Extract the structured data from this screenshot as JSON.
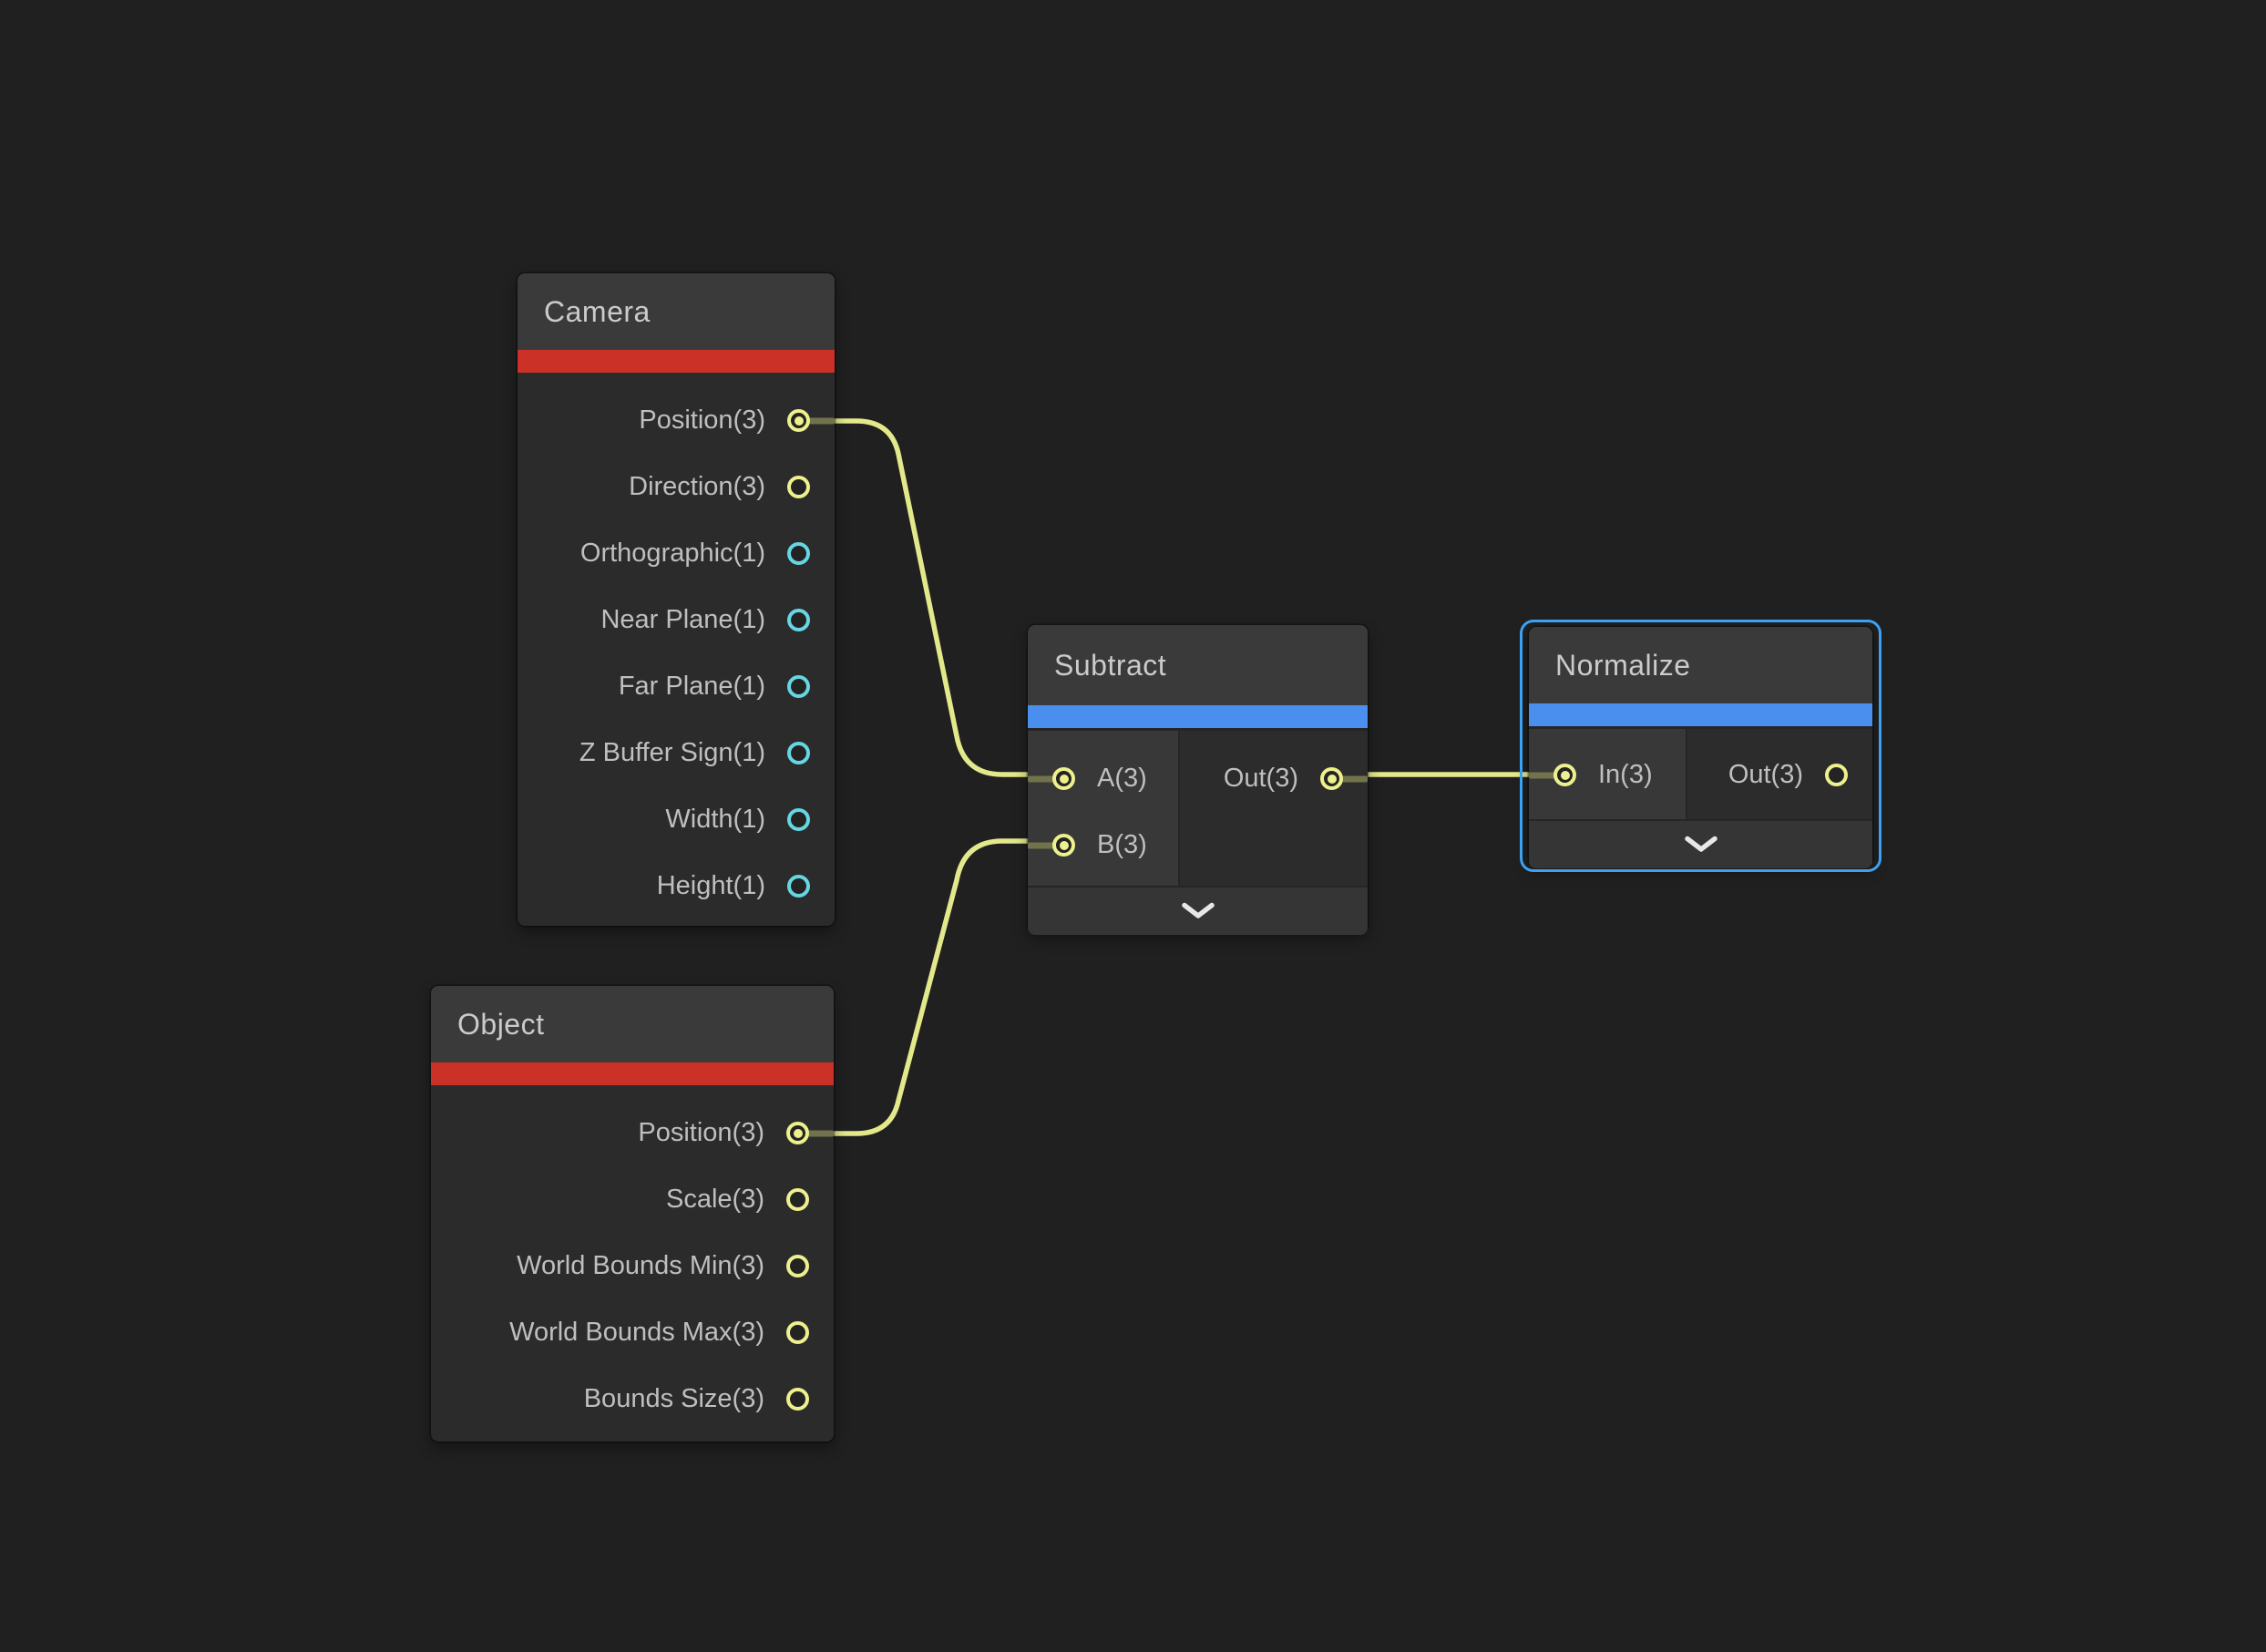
{
  "canvas": {
    "background": "#202020"
  },
  "nodes": {
    "camera": {
      "title": "Camera",
      "accent_color": "#cb3127",
      "outputs": [
        {
          "label": "Position(3)",
          "type": "vector3",
          "connected": true
        },
        {
          "label": "Direction(3)",
          "type": "vector3",
          "connected": false
        },
        {
          "label": "Orthographic(1)",
          "type": "vector1",
          "connected": false
        },
        {
          "label": "Near Plane(1)",
          "type": "vector1",
          "connected": false
        },
        {
          "label": "Far Plane(1)",
          "type": "vector1",
          "connected": false
        },
        {
          "label": "Z Buffer Sign(1)",
          "type": "vector1",
          "connected": false
        },
        {
          "label": "Width(1)",
          "type": "vector1",
          "connected": false
        },
        {
          "label": "Height(1)",
          "type": "vector1",
          "connected": false
        }
      ]
    },
    "object": {
      "title": "Object",
      "accent_color": "#cb3127",
      "outputs": [
        {
          "label": "Position(3)",
          "type": "vector3",
          "connected": true
        },
        {
          "label": "Scale(3)",
          "type": "vector3",
          "connected": false
        },
        {
          "label": "World Bounds Min(3)",
          "type": "vector3",
          "connected": false
        },
        {
          "label": "World Bounds Max(3)",
          "type": "vector3",
          "connected": false
        },
        {
          "label": "Bounds Size(3)",
          "type": "vector3",
          "connected": false
        }
      ]
    },
    "subtract": {
      "title": "Subtract",
      "accent_color": "#4a8fee",
      "inputs": [
        {
          "label": "A(3)",
          "type": "vector3",
          "connected": true
        },
        {
          "label": "B(3)",
          "type": "vector3",
          "connected": true
        }
      ],
      "outputs": [
        {
          "label": "Out(3)",
          "type": "vector3",
          "connected": true
        }
      ]
    },
    "normalize": {
      "title": "Normalize",
      "accent_color": "#4a8fee",
      "selected": true,
      "selection_color": "#3da1f2",
      "inputs": [
        {
          "label": "In(3)",
          "type": "vector3",
          "connected": true
        }
      ],
      "outputs": [
        {
          "label": "Out(3)",
          "type": "vector3",
          "connected": false
        }
      ]
    }
  },
  "edges": [
    {
      "from": "Camera.Position(3)",
      "to": "Subtract.A(3)",
      "color": "#e3e98b"
    },
    {
      "from": "Object.Position(3)",
      "to": "Subtract.B(3)",
      "color": "#e3e98b"
    },
    {
      "from": "Subtract.Out(3)",
      "to": "Normalize.In(3)",
      "color": "#e3e98b"
    }
  ],
  "port_colors": {
    "vector3": "#eef08d",
    "vector1": "#66d6e3"
  }
}
